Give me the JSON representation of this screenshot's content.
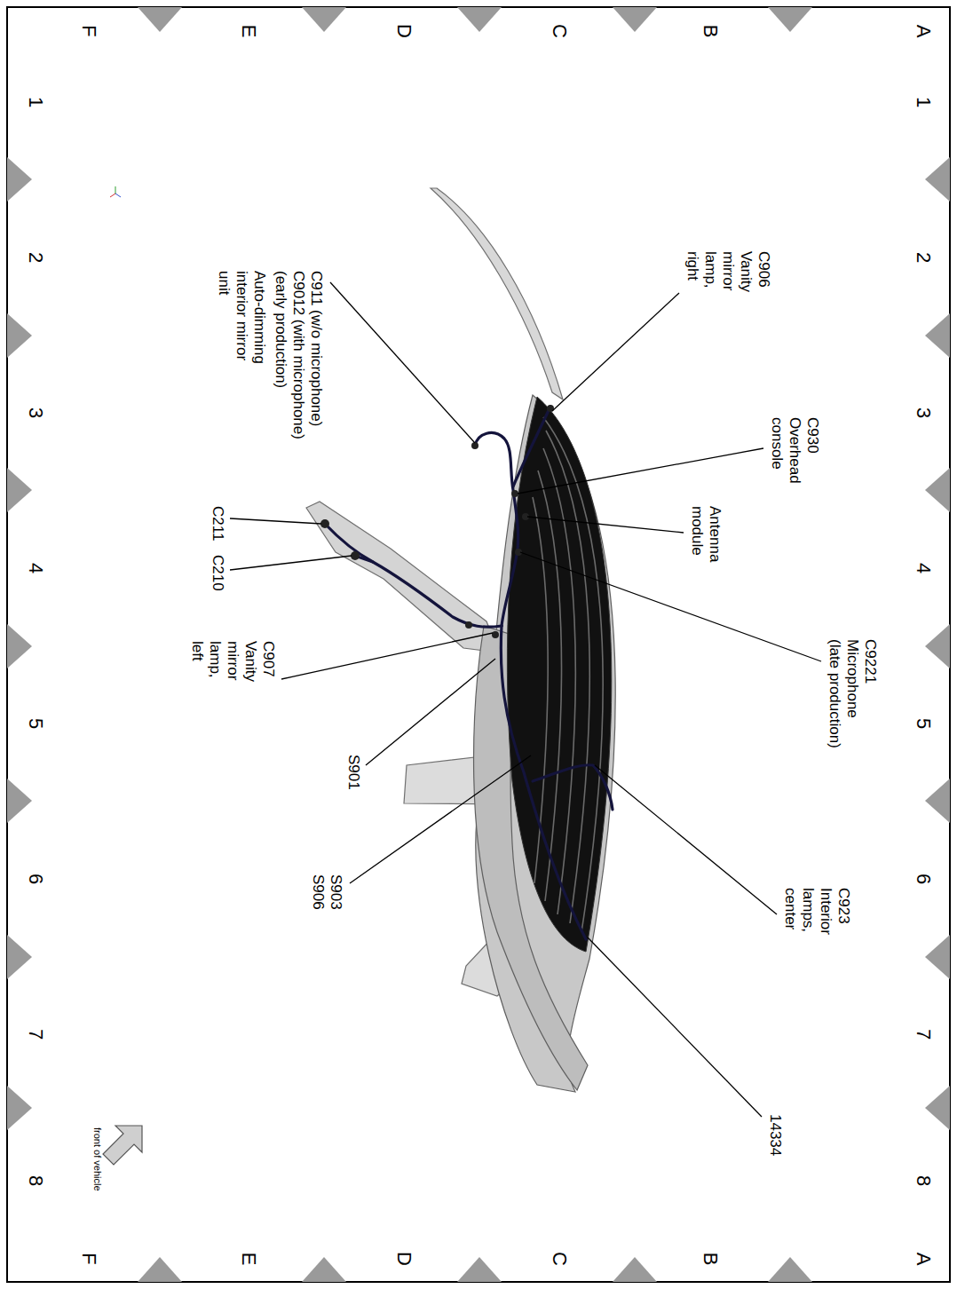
{
  "diagram": {
    "labels": [
      "A",
      "B",
      "C",
      "D",
      "E",
      "F",
      "1",
      "2",
      "3",
      "4",
      "5",
      "6",
      "7",
      "8",
      "C906 Vanity mirror lamp, right",
      "C930 Overhead console",
      "Antenna module",
      "C9221 Microphone (late production)",
      "C923 Interior lamps, center",
      "14334",
      "C911 (w/o microphone)",
      "C9012 (with microphone) (early production)",
      "Auto-dimming interior mirror unit",
      "C211",
      "C210",
      "C907 Vanity mirror lamp, left",
      "S901",
      "S903 S906",
      "A",
      "B",
      "C",
      "D",
      "E",
      "F",
      "1",
      "2",
      "3",
      "4",
      "5",
      "6",
      "7",
      "8",
      "front of vehicle"
    ]
  }
}
